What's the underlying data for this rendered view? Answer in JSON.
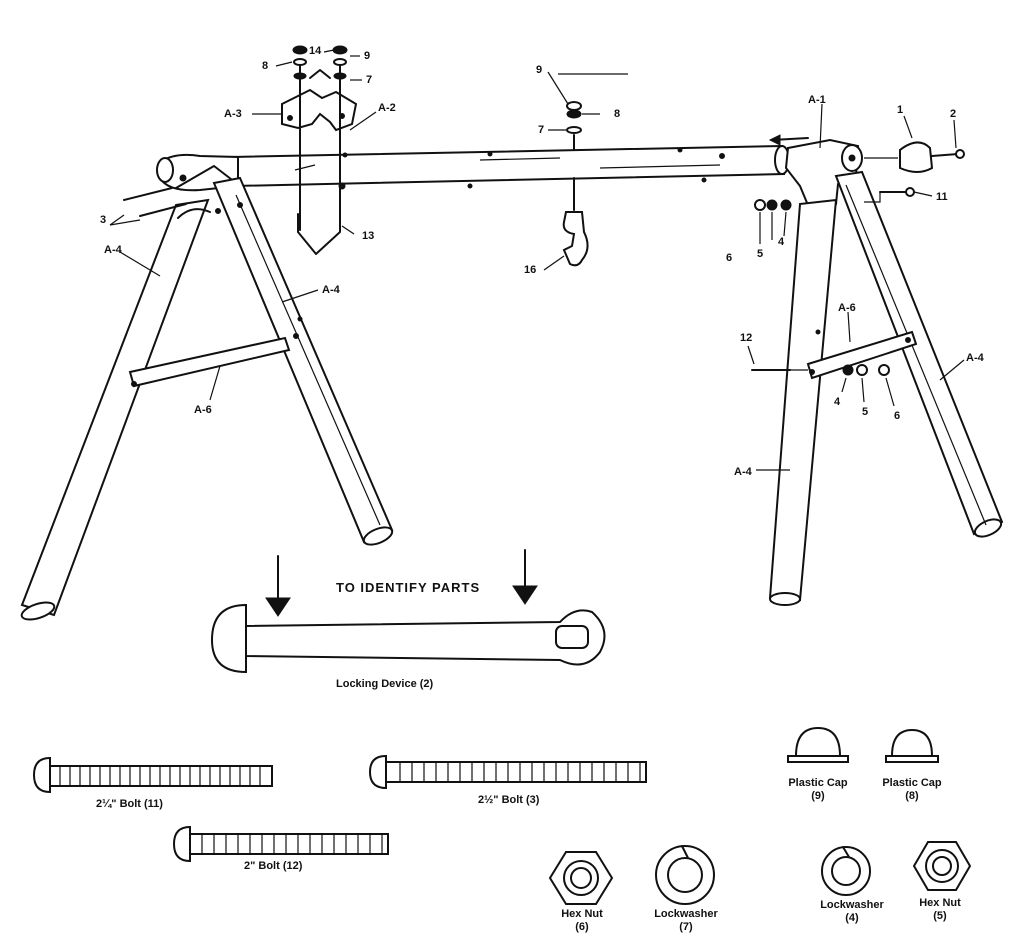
{
  "diagram": {
    "callouts": {
      "c8a": "8",
      "c14": "14",
      "c9a": "9",
      "c7a": "7",
      "a3": "A-3",
      "a2": "A-2",
      "c13": "13",
      "c3": "3",
      "a4_left": "A-4",
      "a4_left_inner": "A-4",
      "a6_left": "A-6",
      "c9b": "9",
      "c8b": "8",
      "c7b": "7",
      "c16": "16",
      "a1": "A-1",
      "c1": "1",
      "c2": "2",
      "c11": "11",
      "c6a": "6",
      "c5a": "5",
      "c4a": "4",
      "c12": "12",
      "a6_right": "A-6",
      "c4b": "4",
      "c5b": "5",
      "c6b": "6",
      "a4_right_outer": "A-4",
      "a4_right_inner": "A-4"
    },
    "heading": "TO IDENTIFY PARTS",
    "parts": {
      "locking_device": "Locking Device (2)",
      "bolt_11": "2¼\" Bolt (11)",
      "bolt_3": "2½\" Bolt (3)",
      "bolt_12": "2\" Bolt (12)",
      "plastic_cap_9_name": "Plastic Cap",
      "plastic_cap_9_num": "(9)",
      "plastic_cap_8_name": "Plastic Cap",
      "plastic_cap_8_num": "(8)",
      "hex_nut_6_name": "Hex Nut",
      "hex_nut_6_num": "(6)",
      "lockwasher_7_name": "Lockwasher",
      "lockwasher_7_num": "(7)",
      "lockwasher_4_name": "Lockwasher",
      "lockwasher_4_num": "(4)",
      "hex_nut_5_name": "Hex Nut",
      "hex_nut_5_num": "(5)"
    }
  }
}
